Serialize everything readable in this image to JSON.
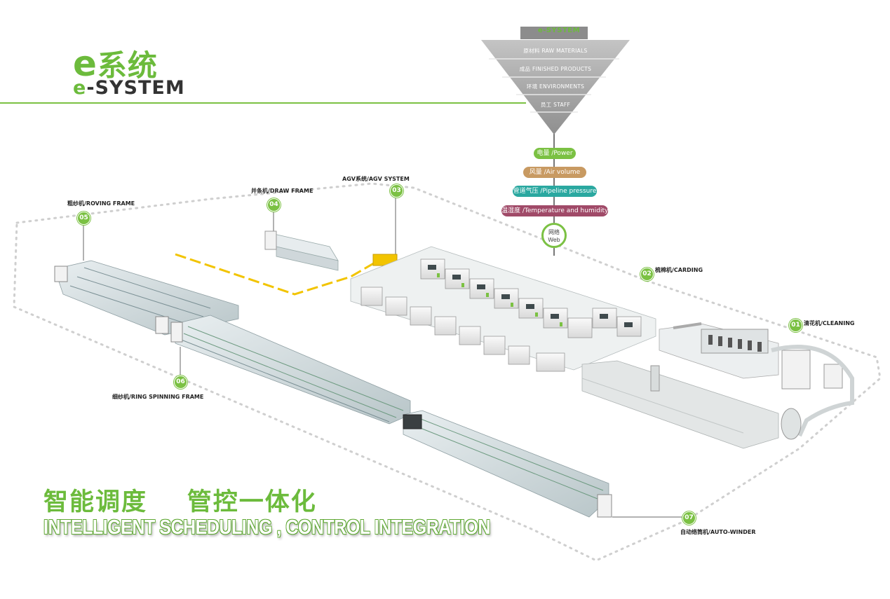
{
  "header": {
    "brand_cn": "系统",
    "brand_en": "-SYSTEM",
    "brand_letter": "e"
  },
  "funnel": {
    "title": "e-SYSTEM",
    "rows": [
      "原材料 RAW MATERIALS",
      "成品 FINISHED PRODUCTS",
      "环境 ENVIRONMENTS",
      "员工 STAFF"
    ]
  },
  "metrics": [
    {
      "label": "电量 /Power",
      "color": "#7bc143"
    },
    {
      "label": "风量 /Air volume",
      "color": "#c89a62"
    },
    {
      "label": "管道气压 /Pipeline pressure",
      "color": "#2aa8a0"
    },
    {
      "label": "温湿度 /Temperature and humidity",
      "color": "#a04a68"
    }
  ],
  "web": {
    "cn": "网络",
    "en": "Web"
  },
  "machines": [
    {
      "num": "01",
      "label": "清花机/CLEANING"
    },
    {
      "num": "02",
      "label": "梳棉机/CARDING"
    },
    {
      "num": "03",
      "label": "AGV系统/AGV SYSTEM"
    },
    {
      "num": "04",
      "label": "并条机/DRAW FRAME"
    },
    {
      "num": "05",
      "label": "粗纱机/ROVING FRAME"
    },
    {
      "num": "06",
      "label": "细纱机/RING SPINNING FRAME"
    },
    {
      "num": "07",
      "label": "自动络筒机/AUTO-WINDER"
    }
  ],
  "slogan": {
    "cn": "智能调度    管控一体化",
    "en": "INTELLIGENT SCHEDULING , CONTROL INTEGRATION"
  },
  "colors": {
    "brand_green": "#6cbb3c",
    "funnel_grey": "#a7a7a7",
    "agv_yellow": "#f2c400"
  }
}
